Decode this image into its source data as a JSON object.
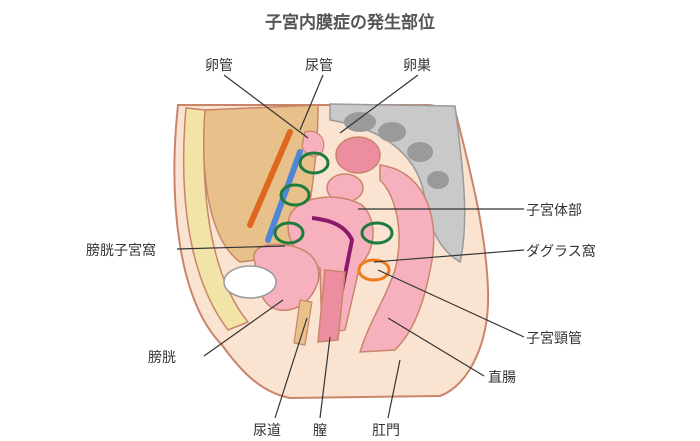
{
  "title": "子宮内膜症の発生部位",
  "labels": {
    "oviduct": "卵管",
    "ureter": "尿管",
    "ovary": "卵巣",
    "uterus_body": "子宮体部",
    "douglas": "ダグラス窩",
    "vesicouterine": "膀胱子宮窩",
    "cervix": "子宮頸管",
    "bladder": "膀胱",
    "rectum": "直腸",
    "urethra": "尿道",
    "vagina": "膣",
    "anus": "肛門"
  },
  "colors": {
    "skin": "#fbe3d2",
    "skin_outline": "#c9856a",
    "fat": "#f1e4a6",
    "organ_tan": "#e8c089",
    "organ_pink": "#f7b1be",
    "organ_deep": "#ec8ea0",
    "bone": "#c9c9c9",
    "bone_dark": "#9a9a9a",
    "uterus_cavity": "#8b1a6b",
    "ureter_blue": "#4f86d6",
    "oviduct_orange": "#e0671e",
    "site_green": "#1f7a3e",
    "site_orange": "#f07a1e",
    "leader_line": "#333333"
  }
}
